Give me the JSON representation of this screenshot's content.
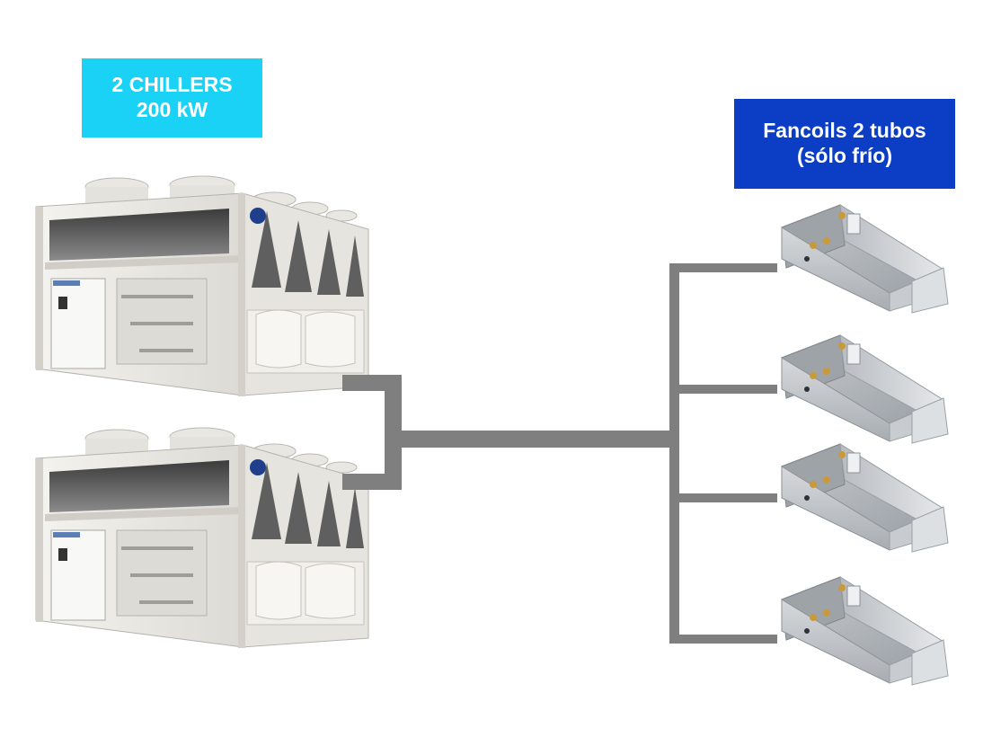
{
  "chillers_label": {
    "line1": "2 CHILLERS",
    "line2": "200 kW",
    "background": "#1ad2f6"
  },
  "fancoils_label": {
    "line1": "Fancoils 2 tubos",
    "line2": "(sólo frío)",
    "background": "#0b3ec4"
  },
  "pipe_color": "#7f7f7f",
  "chillers": [
    {
      "name": "chiller-unit-1",
      "icon": "air-cooled-chiller"
    },
    {
      "name": "chiller-unit-2",
      "icon": "air-cooled-chiller"
    }
  ],
  "fancoils": [
    {
      "name": "fancoil-unit-1",
      "icon": "ducted-fancoil"
    },
    {
      "name": "fancoil-unit-2",
      "icon": "ducted-fancoil"
    },
    {
      "name": "fancoil-unit-3",
      "icon": "ducted-fancoil"
    },
    {
      "name": "fancoil-unit-4",
      "icon": "ducted-fancoil"
    }
  ]
}
